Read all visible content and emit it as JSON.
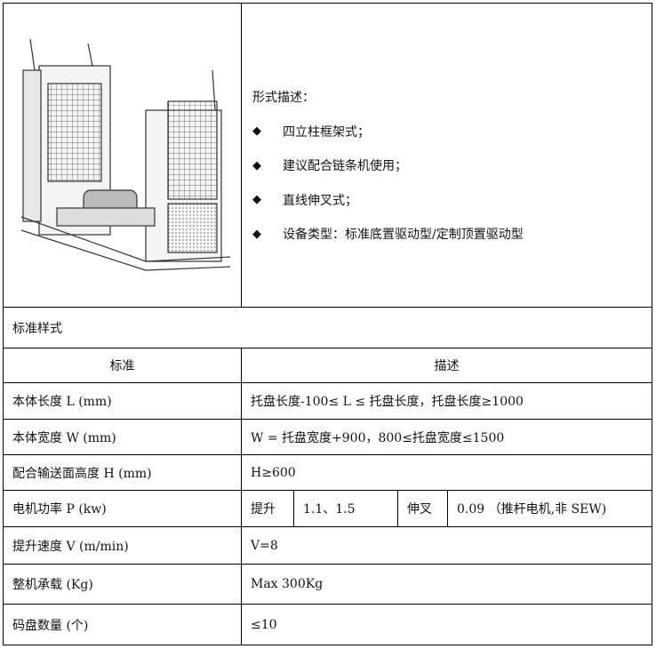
{
  "description": {
    "title": "形式描述：",
    "bullets": [
      "四立柱框架式；",
      "建议配合链条机使用；",
      "直线伸叉式；",
      "设备类型：标准底置驱动型/定制顶置驱动型"
    ]
  },
  "section_title": "标准样式",
  "headers": [
    "标准",
    "描述"
  ],
  "rows": [
    {
      "label": "本体长度 L  (mm)",
      "value": "托盘长度-100≤ L ≤ 托盘长度，托盘长度≥1000"
    },
    {
      "label": "本体宽度 W (mm)",
      "value": "W = 托盘宽度+900，800≤托盘宽度≤1500"
    },
    {
      "label": "配合输送面高度 H  (mm)",
      "value": "H≥600"
    },
    {
      "label": "电机功率 P (kw)",
      "sub": [
        "提升",
        "1.1、1.5",
        "伸叉",
        "0.09 （推杆电机,非 SEW)"
      ]
    },
    {
      "label": "提升速度 V (m/min)",
      "value": "V=8"
    },
    {
      "label": "整机承载  (Kg)",
      "value": "Max 300Kg"
    },
    {
      "label": "码盘数量 (个)",
      "value": "≤10"
    }
  ]
}
